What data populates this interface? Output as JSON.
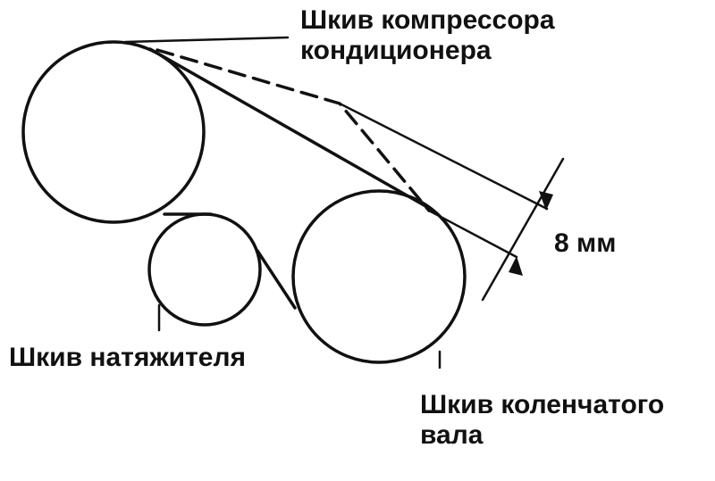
{
  "diagram": {
    "labels": {
      "compressor_pulley": [
        "Шкив компрессора",
        "кондиционера"
      ],
      "tensioner_pulley": [
        "Шкив натяжителя"
      ],
      "crankshaft_pulley": [
        "Шкив коленчатого",
        "вала"
      ],
      "deflection": "8 мм"
    },
    "colors": {
      "ink": "#111111",
      "background": "#ffffff"
    }
  }
}
